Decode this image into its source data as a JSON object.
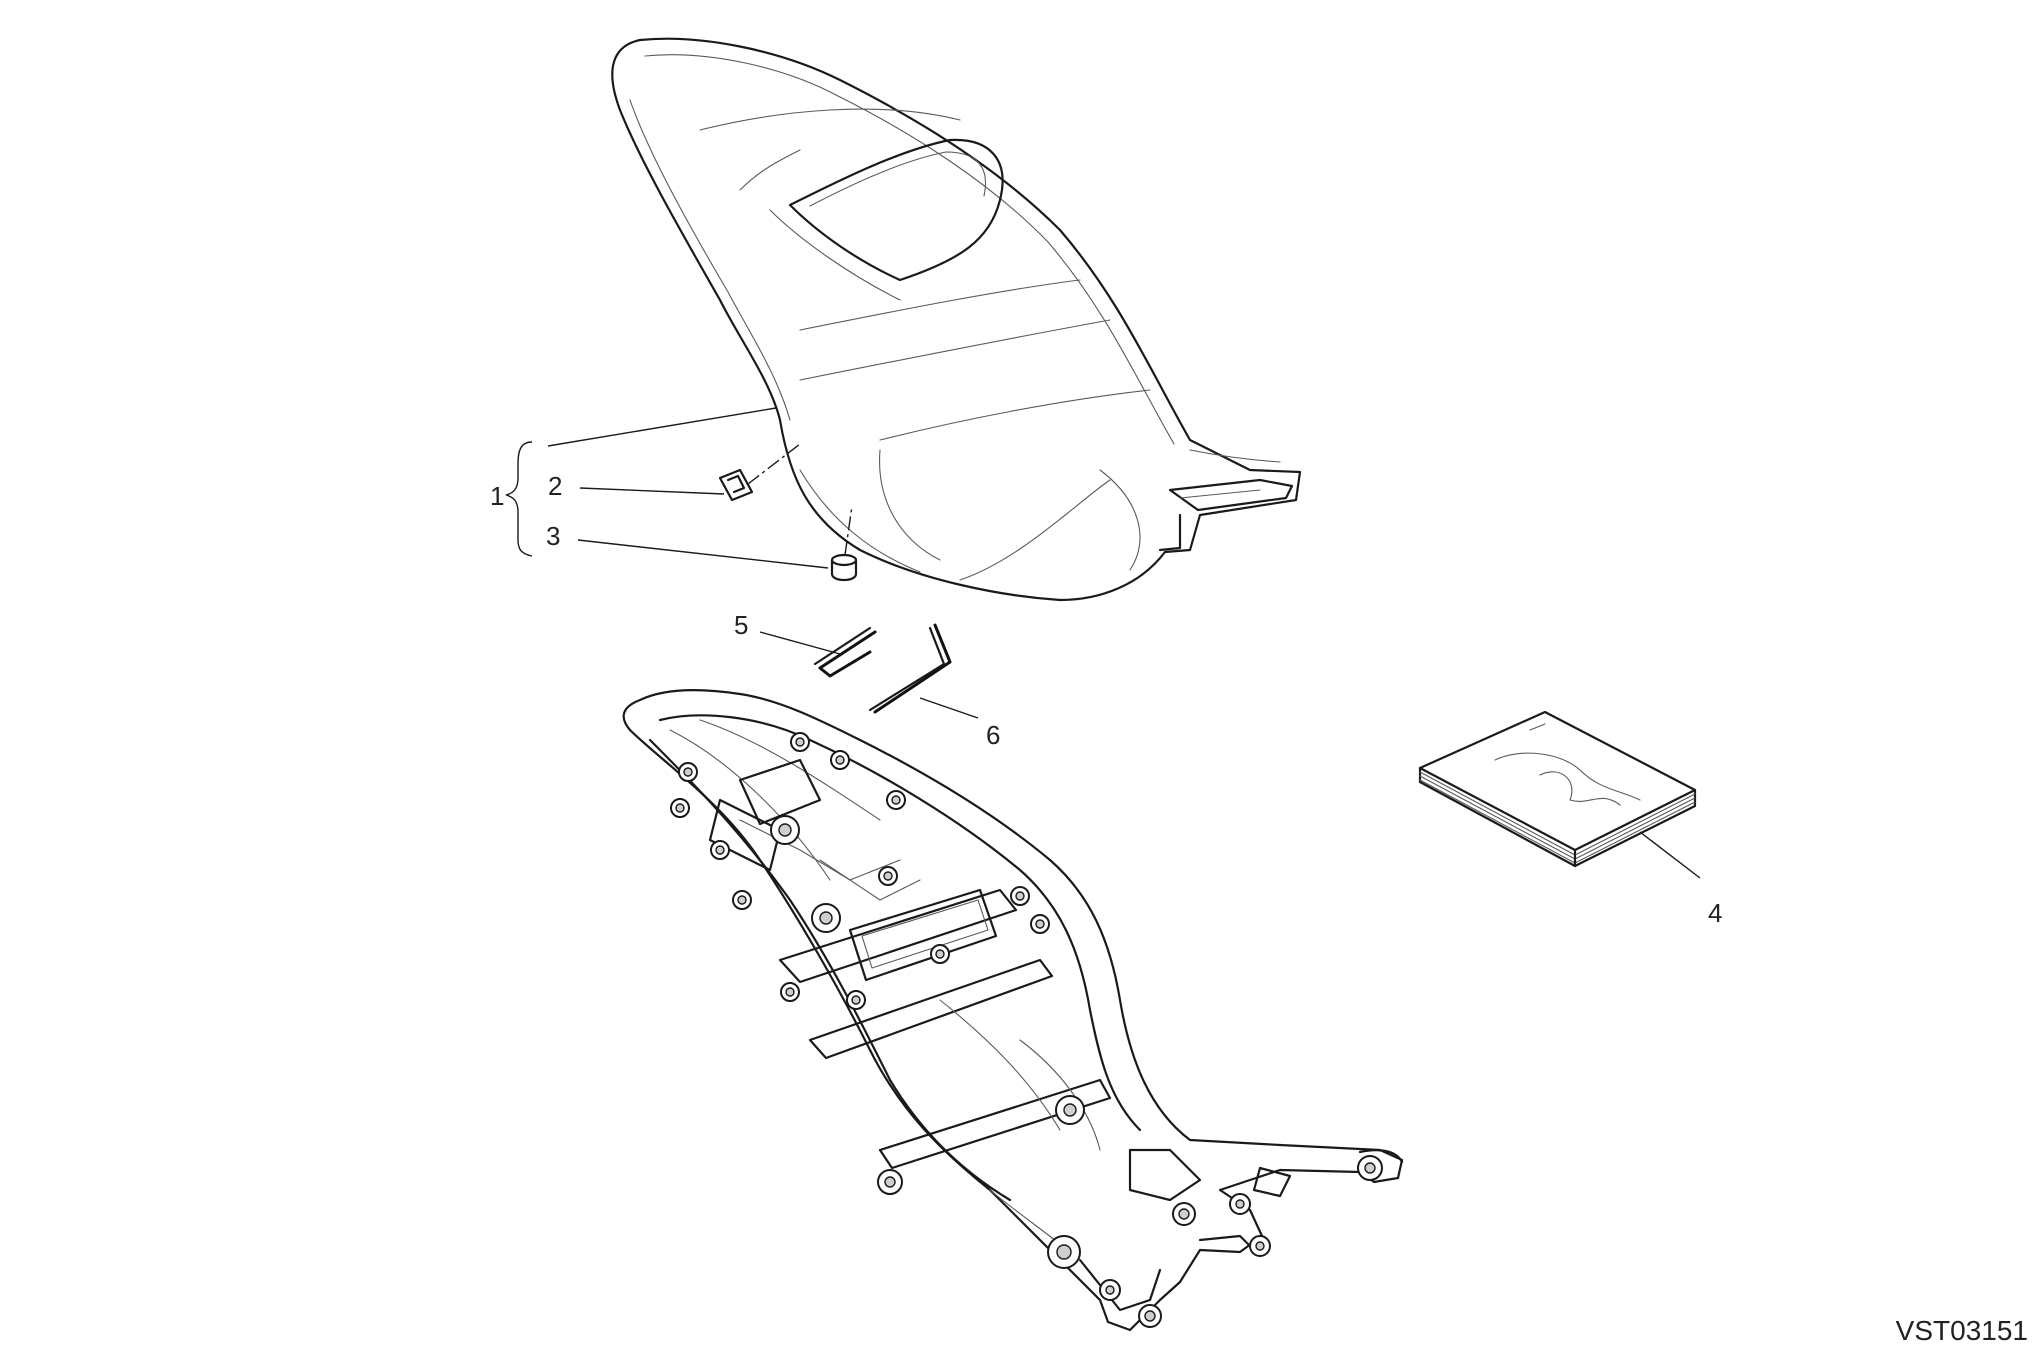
{
  "callouts": {
    "c1": "1",
    "c2": "2",
    "c3": "3",
    "c4": "4",
    "c5": "5",
    "c6": "6"
  },
  "reference_code": "VST03151",
  "colors": {
    "line": "#1a1a1a",
    "background": "#ffffff"
  }
}
